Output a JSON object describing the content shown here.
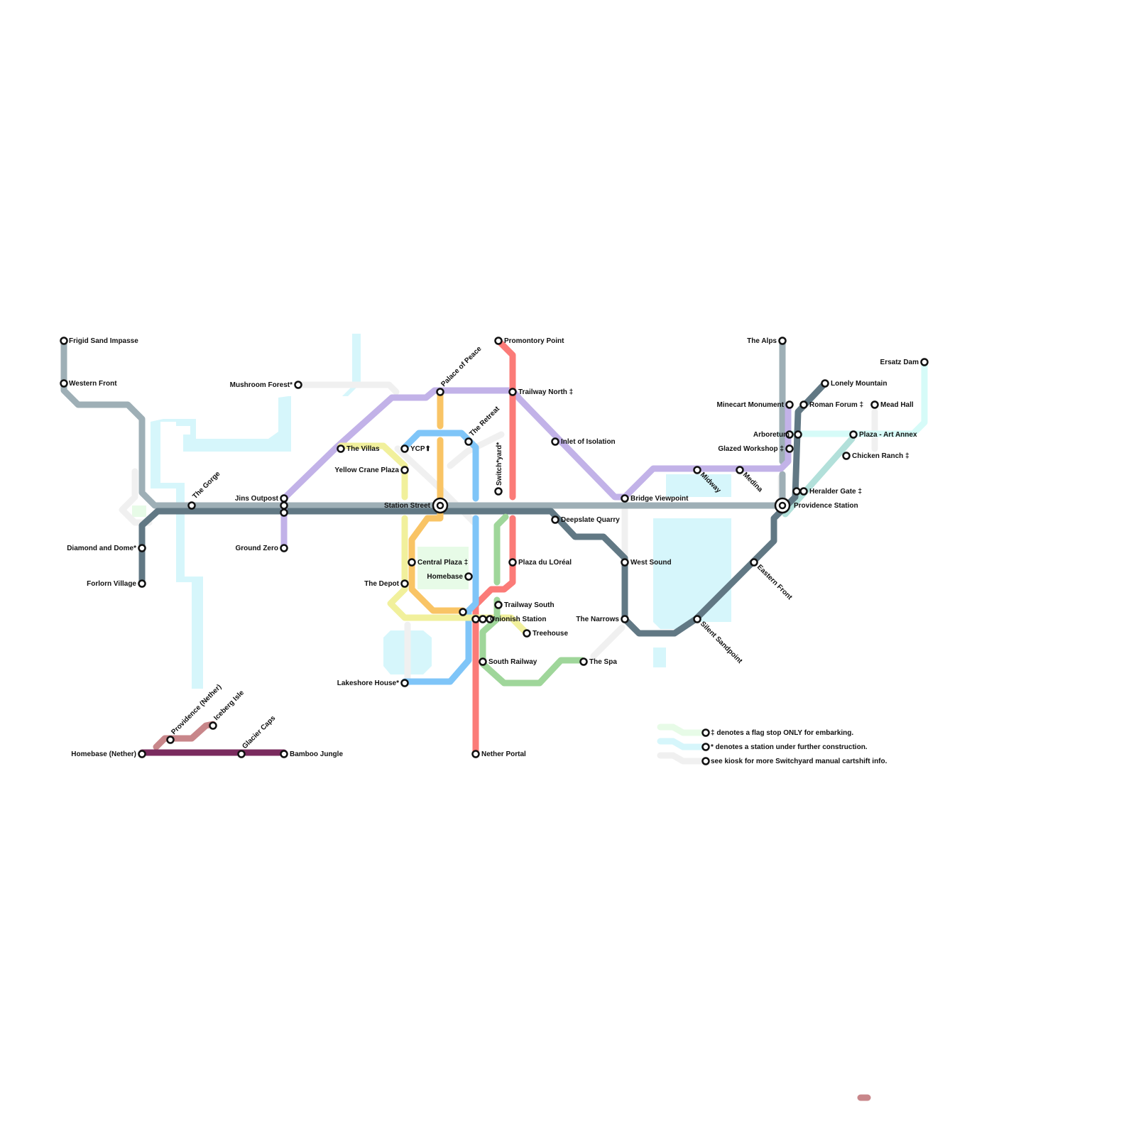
{
  "colors": {
    "station_fill": "#ffffff",
    "station_stroke": "#111111",
    "water": "#d6f6fb",
    "park": "#e7fbe7",
    "under_construction": "#f0f0f0"
  },
  "lines": [
    {
      "id": "grey",
      "color": "#9eafb6"
    },
    {
      "id": "slate",
      "color": "#617884"
    },
    {
      "id": "lavender",
      "color": "#c2b2e8"
    },
    {
      "id": "red",
      "color": "#fb7b78"
    },
    {
      "id": "blue",
      "color": "#7fc5f8"
    },
    {
      "id": "orange",
      "color": "#f9c465"
    },
    {
      "id": "yellow",
      "color": "#f1f09c"
    },
    {
      "id": "green",
      "color": "#9fd69a"
    },
    {
      "id": "teal",
      "color": "#b2e0da"
    },
    {
      "id": "aqua",
      "color": "#d6fbf8"
    },
    {
      "id": "nether_pink",
      "color": "#c8868a"
    },
    {
      "id": "nether_purple",
      "color": "#7a2b5e"
    }
  ],
  "stations": [
    {
      "id": "frigid",
      "name": "Frigid Sand Impasse"
    },
    {
      "id": "western",
      "name": "Western Front"
    },
    {
      "id": "gorge",
      "name": "The Gorge"
    },
    {
      "id": "diamond",
      "name": "Diamond and Dome*"
    },
    {
      "id": "forlorn",
      "name": "Forlorn Village"
    },
    {
      "id": "mushroom",
      "name": "Mushroom Forest*"
    },
    {
      "id": "jins",
      "name": "Jins Outpost"
    },
    {
      "id": "groundzero",
      "name": "Ground Zero"
    },
    {
      "id": "villas",
      "name": "The Villas"
    },
    {
      "id": "ycp",
      "name": "YCP⬆"
    },
    {
      "id": "yellowcrane",
      "name": "Yellow Crane Plaza"
    },
    {
      "id": "stationstreet",
      "name": "Station Street"
    },
    {
      "id": "palace",
      "name": "Palace of Peace"
    },
    {
      "id": "retreat",
      "name": "The Retreat"
    },
    {
      "id": "switchyard",
      "name": "Switch*yard*"
    },
    {
      "id": "promontory",
      "name": "Promontory Point"
    },
    {
      "id": "trailwaynorth",
      "name": "Trailway North ‡"
    },
    {
      "id": "centralplaza",
      "name": "Central Plaza ‡"
    },
    {
      "id": "homebase",
      "name": "Homebase"
    },
    {
      "id": "depot",
      "name": "The Depot"
    },
    {
      "id": "trailwaysouth",
      "name": "Trailway South"
    },
    {
      "id": "unionish",
      "name": "Unionish Station"
    },
    {
      "id": "treehouse",
      "name": "Treehouse"
    },
    {
      "id": "southrailway",
      "name": "South Railway"
    },
    {
      "id": "lakeshore",
      "name": "Lakeshore House*"
    },
    {
      "id": "netherportal",
      "name": "Nether Portal"
    },
    {
      "id": "plazaduloreal",
      "name": "Plaza du LOréal"
    },
    {
      "id": "inlet",
      "name": "Inlet of Isolation"
    },
    {
      "id": "deepslate",
      "name": "Deepslate Quarry"
    },
    {
      "id": "bridgeview",
      "name": "Bridge Viewpoint"
    },
    {
      "id": "westsound",
      "name": "West Sound"
    },
    {
      "id": "narrows",
      "name": "The Narrows"
    },
    {
      "id": "spa",
      "name": "The Spa"
    },
    {
      "id": "midway",
      "name": "Midway"
    },
    {
      "id": "medina",
      "name": "Medina"
    },
    {
      "id": "silentsand",
      "name": "Silent Sandpoint"
    },
    {
      "id": "easternfront",
      "name": "Eastern Front"
    },
    {
      "id": "alps",
      "name": "The Alps"
    },
    {
      "id": "minecart",
      "name": "Minecart Monument"
    },
    {
      "id": "arboretum",
      "name": "Arboretum"
    },
    {
      "id": "glazed",
      "name": "Glazed Workshop ‡"
    },
    {
      "id": "providence",
      "name": "Providence Station"
    },
    {
      "id": "heralder",
      "name": "Heralder Gate ‡"
    },
    {
      "id": "romanforum",
      "name": "Roman Forum ‡"
    },
    {
      "id": "lonely",
      "name": "Lonely Mountain"
    },
    {
      "id": "meadhall",
      "name": "Mead Hall"
    },
    {
      "id": "plazaart",
      "name": "Plaza - Art Annex"
    },
    {
      "id": "chickenranch",
      "name": "Chicken Ranch ‡"
    },
    {
      "id": "ersatz",
      "name": "Ersatz Dam"
    },
    {
      "id": "homebasenether",
      "name": "Homebase (Nether)"
    },
    {
      "id": "providencenether",
      "name": "Providence (Nether)"
    },
    {
      "id": "iceberg",
      "name": "Iceberg Isle"
    },
    {
      "id": "glacier",
      "name": "Glacier Caps"
    },
    {
      "id": "bamboo",
      "name": "Bamboo Jungle"
    }
  ],
  "legend": [
    {
      "text": "‡ denotes a flag stop ONLY for embarking.",
      "color": "#e7fbe7"
    },
    {
      "text": "* denotes a station under further construction.",
      "color": "#d6f6fb"
    },
    {
      "text": "see kiosk for more Switchyard manual cartshift info.",
      "color": "#f0f0f0"
    }
  ]
}
